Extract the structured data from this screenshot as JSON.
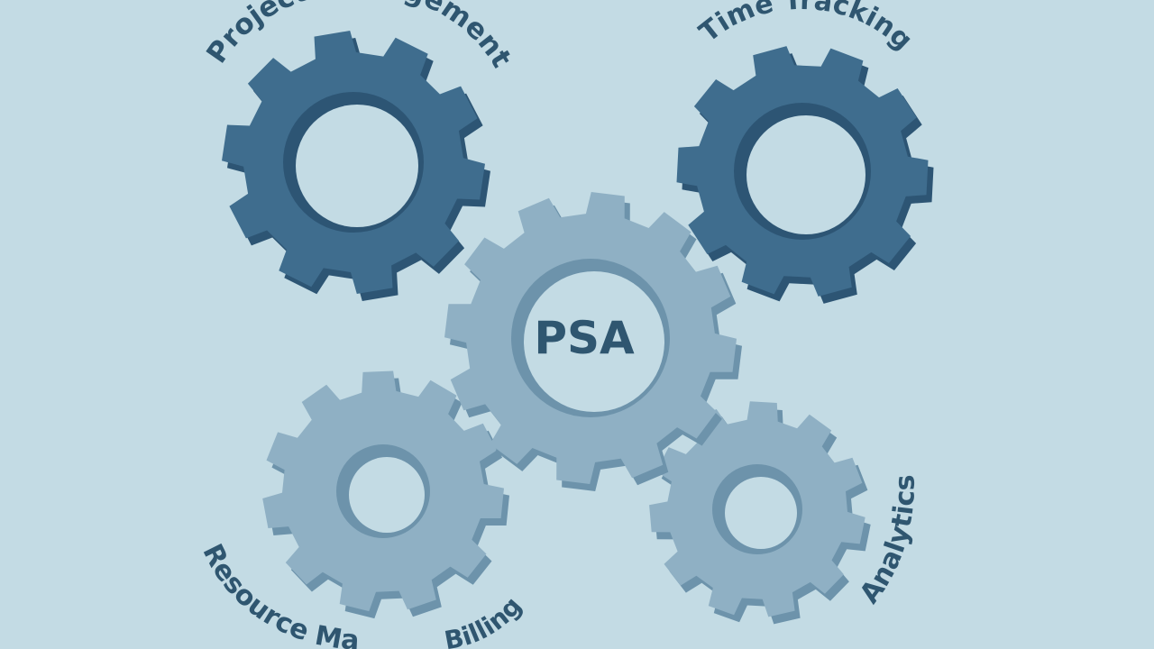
{
  "colors": {
    "background": "#c3dbe4",
    "gear_dark": "#3f6d8e",
    "gear_dark_shade": "#2d5574",
    "gear_light": "#8fb0c4",
    "gear_light_shade": "#6d93ab",
    "hole": "#c3dbe4",
    "text": "#2f5670"
  },
  "center": {
    "label": "PSA"
  },
  "gears": [
    {
      "id": "project-management",
      "label": "Project Management",
      "tone": "dark"
    },
    {
      "id": "time-tracking",
      "label": "Time Tracking",
      "tone": "dark"
    },
    {
      "id": "resource-management",
      "label": "Resource Management",
      "tone": "light"
    },
    {
      "id": "analytics",
      "label": "Analytics",
      "tone": "light"
    }
  ],
  "partial_label": "Billing"
}
